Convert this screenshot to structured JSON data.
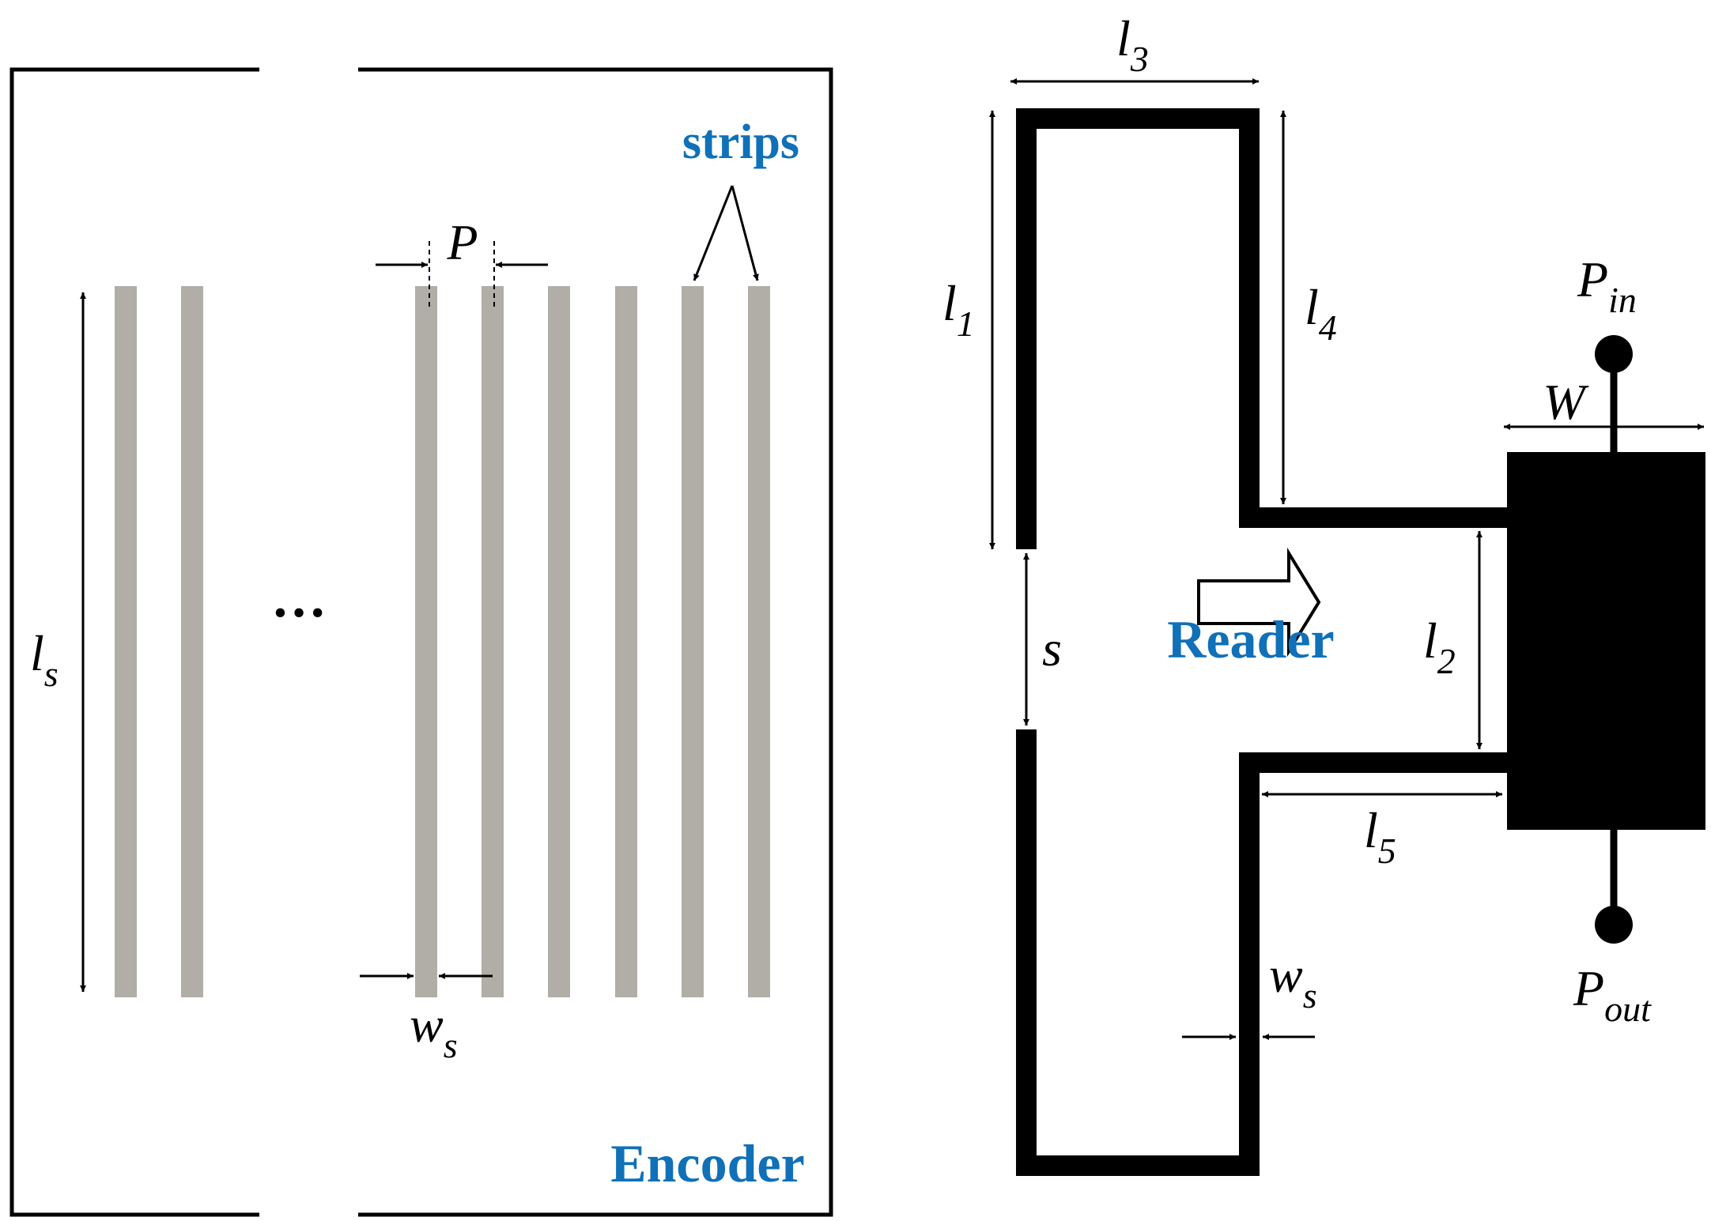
{
  "colors": {
    "strip": "#b1ada7",
    "line": "#000000",
    "accent_blue": "#1070b8"
  },
  "encoder": {
    "title": "Encoder",
    "strips_label": "strips",
    "ellipsis": "…",
    "dim_ls": {
      "main": "l",
      "sub": "s"
    },
    "dim_P": {
      "main": "P"
    },
    "dim_ws": {
      "main": "w",
      "sub": "s"
    }
  },
  "reader": {
    "title": "Reader",
    "dim_l1": {
      "main": "l",
      "sub": "1"
    },
    "dim_l2": {
      "main": "l",
      "sub": "2"
    },
    "dim_l3": {
      "main": "l",
      "sub": "3"
    },
    "dim_l4": {
      "main": "l",
      "sub": "4"
    },
    "dim_l5": {
      "main": "l",
      "sub": "5"
    },
    "dim_s": {
      "main": "s"
    },
    "dim_W": {
      "main": "W"
    },
    "dim_ws": {
      "main": "w",
      "sub": "s"
    },
    "port_in": {
      "main": "P",
      "sub": "in"
    },
    "port_out": {
      "main": "P",
      "sub": "out"
    }
  }
}
